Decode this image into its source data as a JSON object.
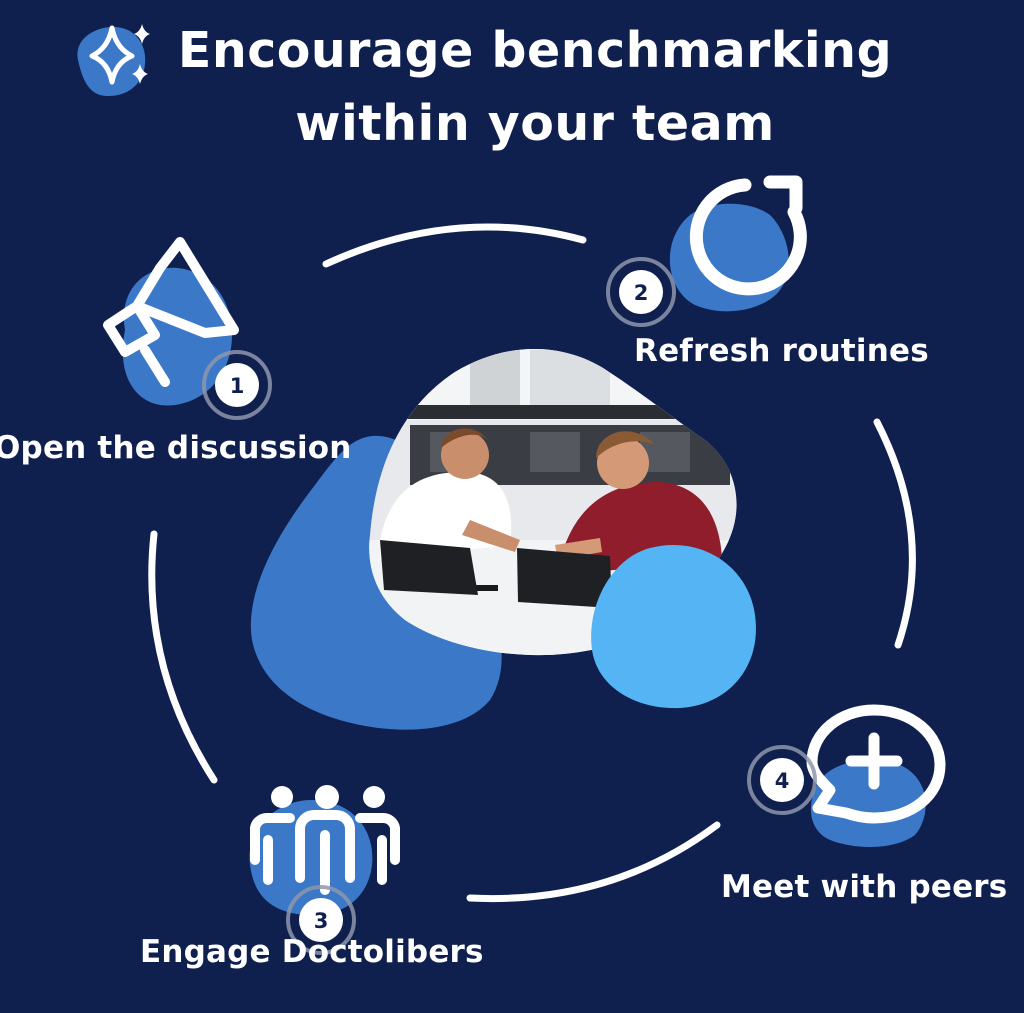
{
  "title": {
    "line1": "Encourage benchmarking",
    "line2": "within your team"
  },
  "steps": [
    {
      "number": "1",
      "label": "Open the discussion",
      "icon": "megaphone-icon"
    },
    {
      "number": "2",
      "label": "Refresh routines",
      "icon": "refresh-icon"
    },
    {
      "number": "3",
      "label": "Engage Doctolibers",
      "icon": "people-group-icon"
    },
    {
      "number": "4",
      "label": "Meet with peers",
      "icon": "chat-plus-icon"
    }
  ],
  "colors": {
    "background": "#0f1f4e",
    "blob_blue": "#3b78c8",
    "blob_light": "#55b4f3",
    "white": "#ffffff",
    "badge_dark": "#0f1f4e"
  },
  "decor": {
    "title_icon": "sparkle-icon",
    "center_image": "team-photo"
  }
}
